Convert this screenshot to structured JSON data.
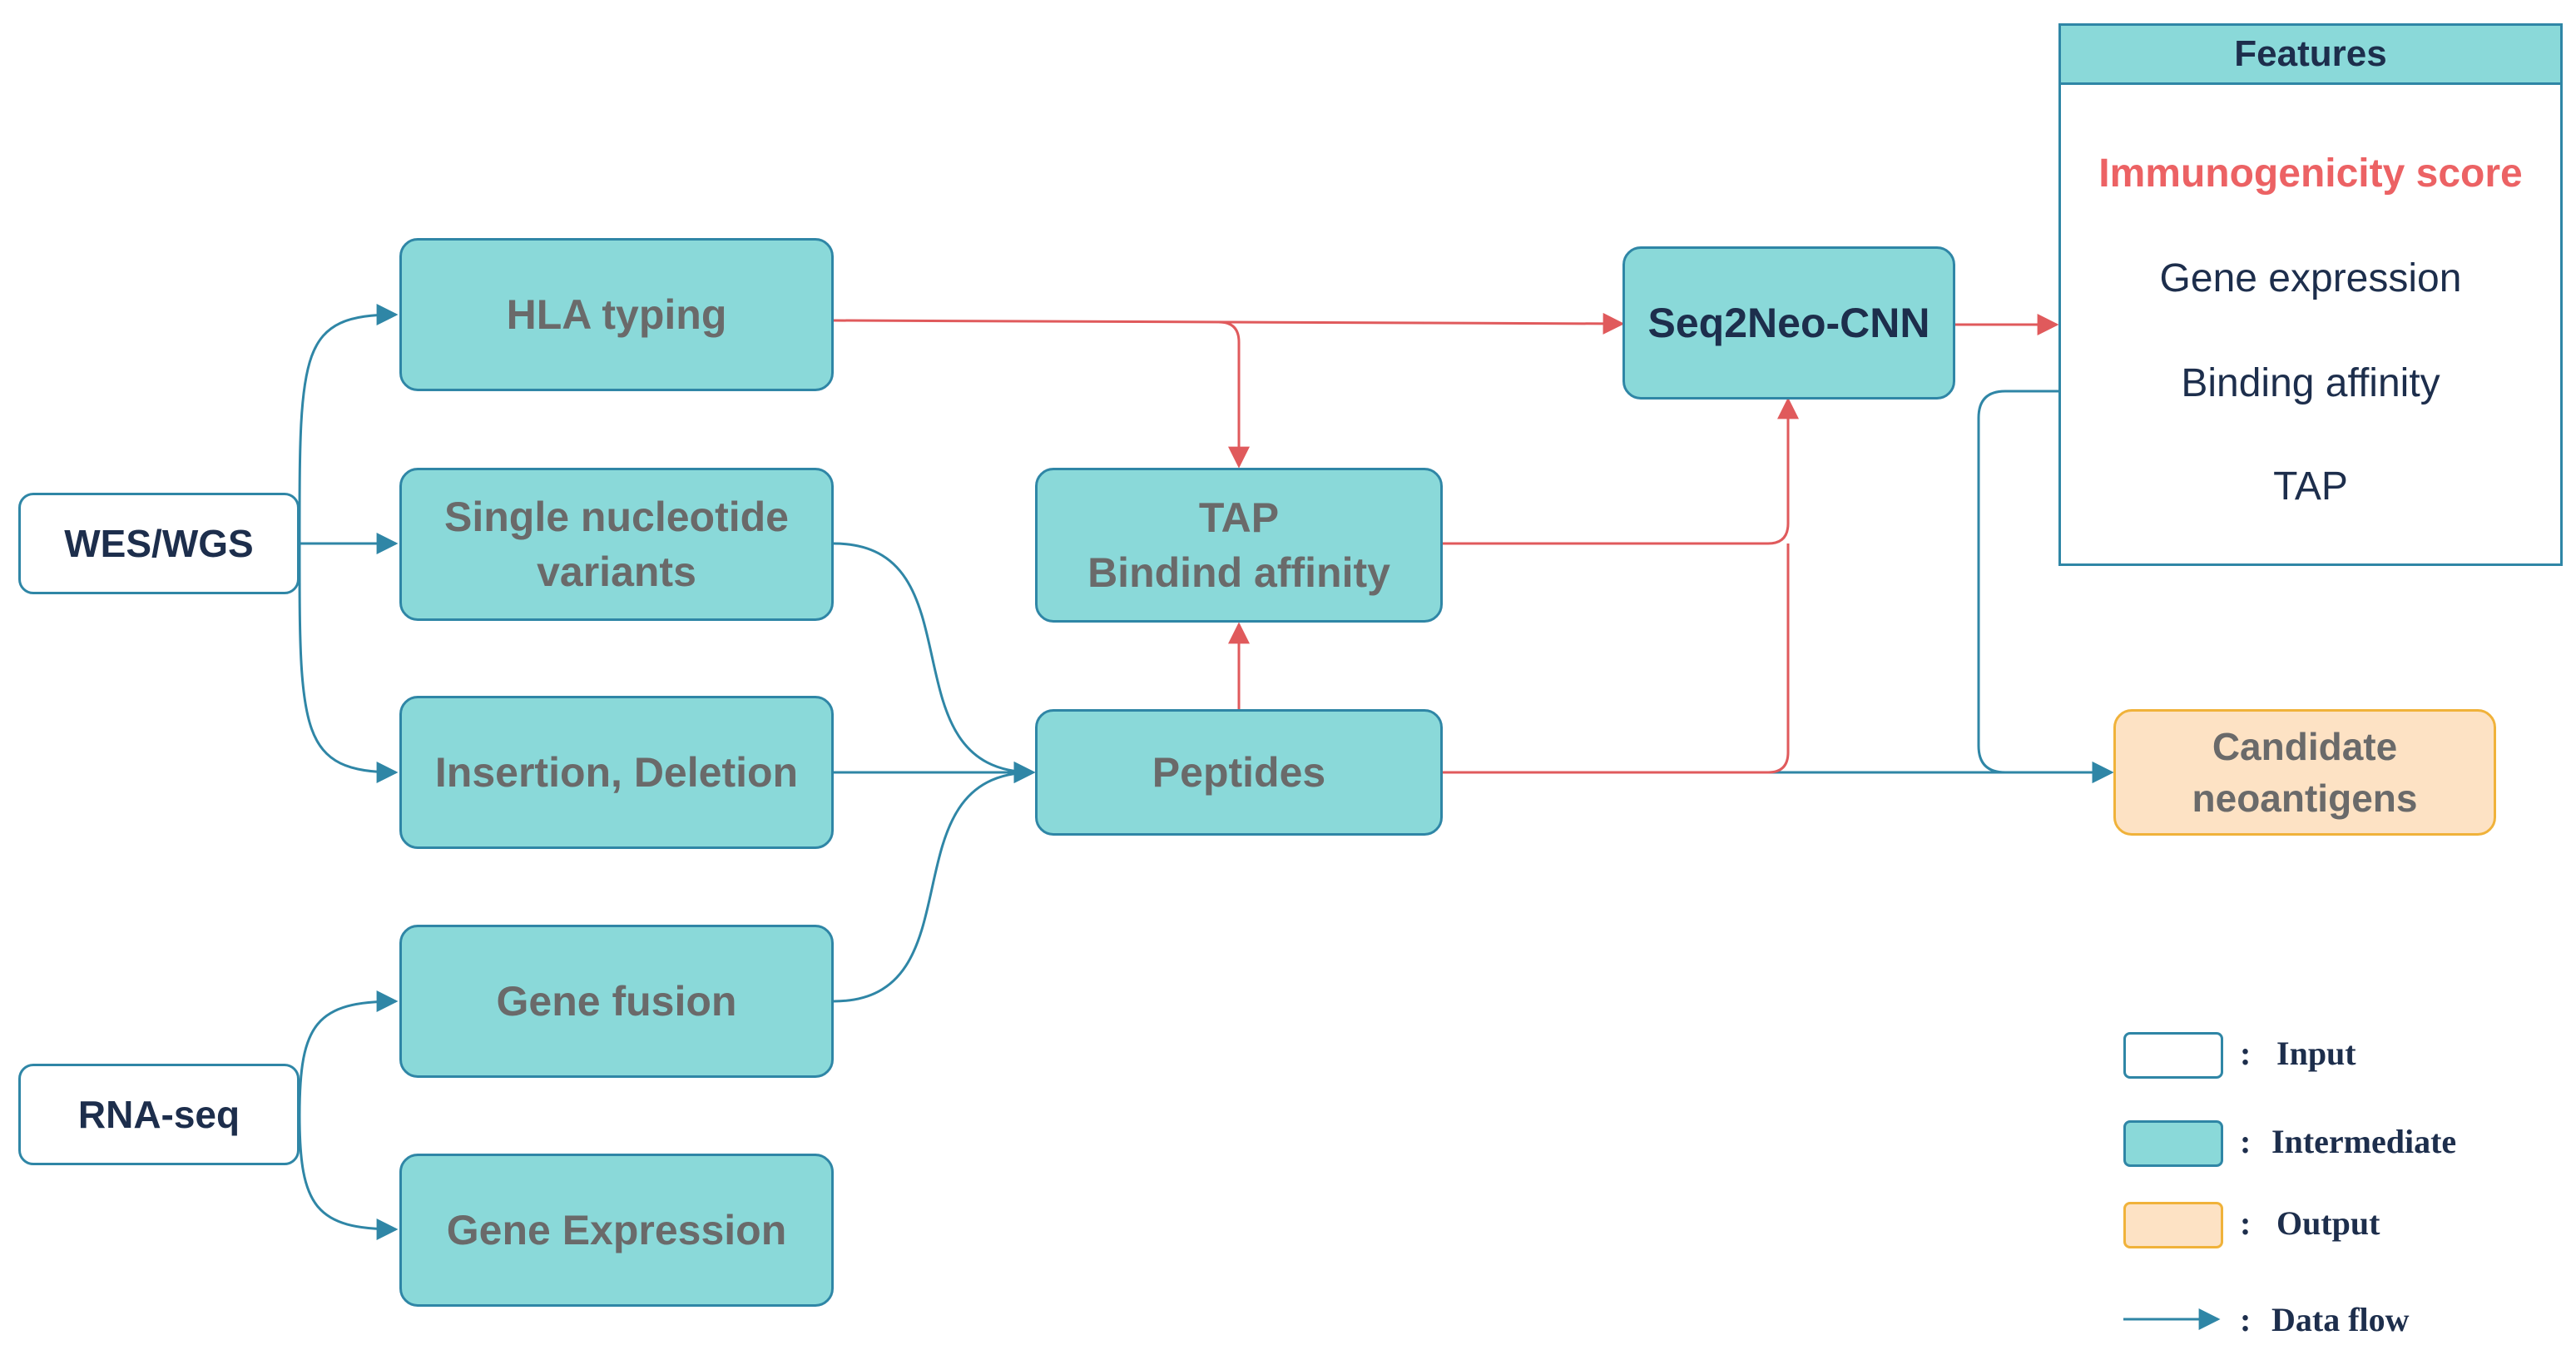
{
  "inputs": {
    "wes_wgs": "WES/WGS",
    "rna_seq": "RNA-seq"
  },
  "intermediate": {
    "hla_typing": "HLA typing",
    "snv_line1": "Single nucleotide",
    "snv_line2": "variants",
    "indel": "Insertion, Deletion",
    "gene_fusion": "Gene fusion",
    "gene_expression": "Gene Expression",
    "tap_line1": "TAP",
    "tap_line2": "Bindind affinity",
    "peptides": "Peptides",
    "seq2neo": "Seq2Neo-CNN"
  },
  "output": {
    "line1": "Candidate",
    "line2": "neoantigens"
  },
  "features": {
    "title": "Features",
    "items": [
      "Immunogenicity score",
      "Gene expression",
      "Binding affinity",
      "TAP"
    ]
  },
  "legend": {
    "input": "Input",
    "intermediate": "Intermediate",
    "output": "Output",
    "data_flow": "Data flow",
    "separator": ":"
  },
  "colors": {
    "input_border": "#2f86a6",
    "intermediate_fill": "#8ad9d9",
    "output_fill": "#fde2c4",
    "output_border": "#f0b23a",
    "flow_blue": "#2f86a6",
    "flow_red": "#e05a5c",
    "highlight_text": "#ec6264"
  }
}
